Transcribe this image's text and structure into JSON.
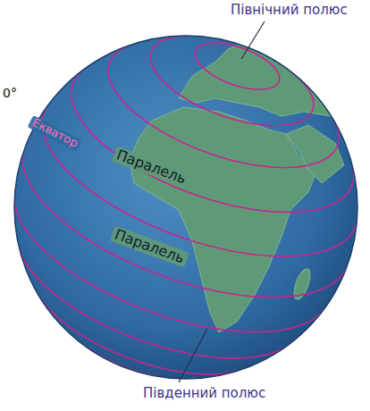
{
  "diagram": {
    "labels": [
      "Північний полюс",
      "0°",
      "Екватор",
      "Паралель",
      "Паралель",
      "Південний полюс"
    ]
  }
}
